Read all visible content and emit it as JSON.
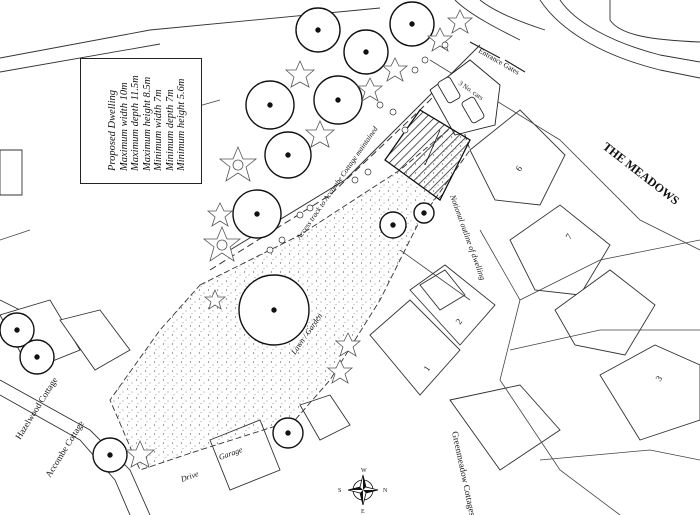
{
  "legend": {
    "lines": [
      "Proposed Dwelling",
      "Maximum width 10m",
      "Maximum depth 11.5m",
      "Maximum height 8.5m",
      "Minimum width 7m",
      "Minimum depth 7m",
      "Minimum height 5.6m"
    ]
  },
  "labels": {
    "street": "THE MEADOWS",
    "entrance_gates": "Entrance Gates",
    "cars": "3 No. cars",
    "access_track": "Access track to Accombe Cottage maintained",
    "notional": "Notional outline of dwelling",
    "lawn": "Lawn / Garden",
    "hazelwood": "Hazelwood Cottage",
    "accombe": "Accombe Cottage",
    "garage": "Garage",
    "drive": "Drive",
    "greenmeadow": "Greenmeadow Cottages",
    "plot_1": "1",
    "plot_2": "2",
    "plot_3": "3",
    "plot_6": "6",
    "plot_7": "7"
  },
  "compass": {
    "n": "N",
    "s": "S",
    "e": "E",
    "w": "W"
  }
}
